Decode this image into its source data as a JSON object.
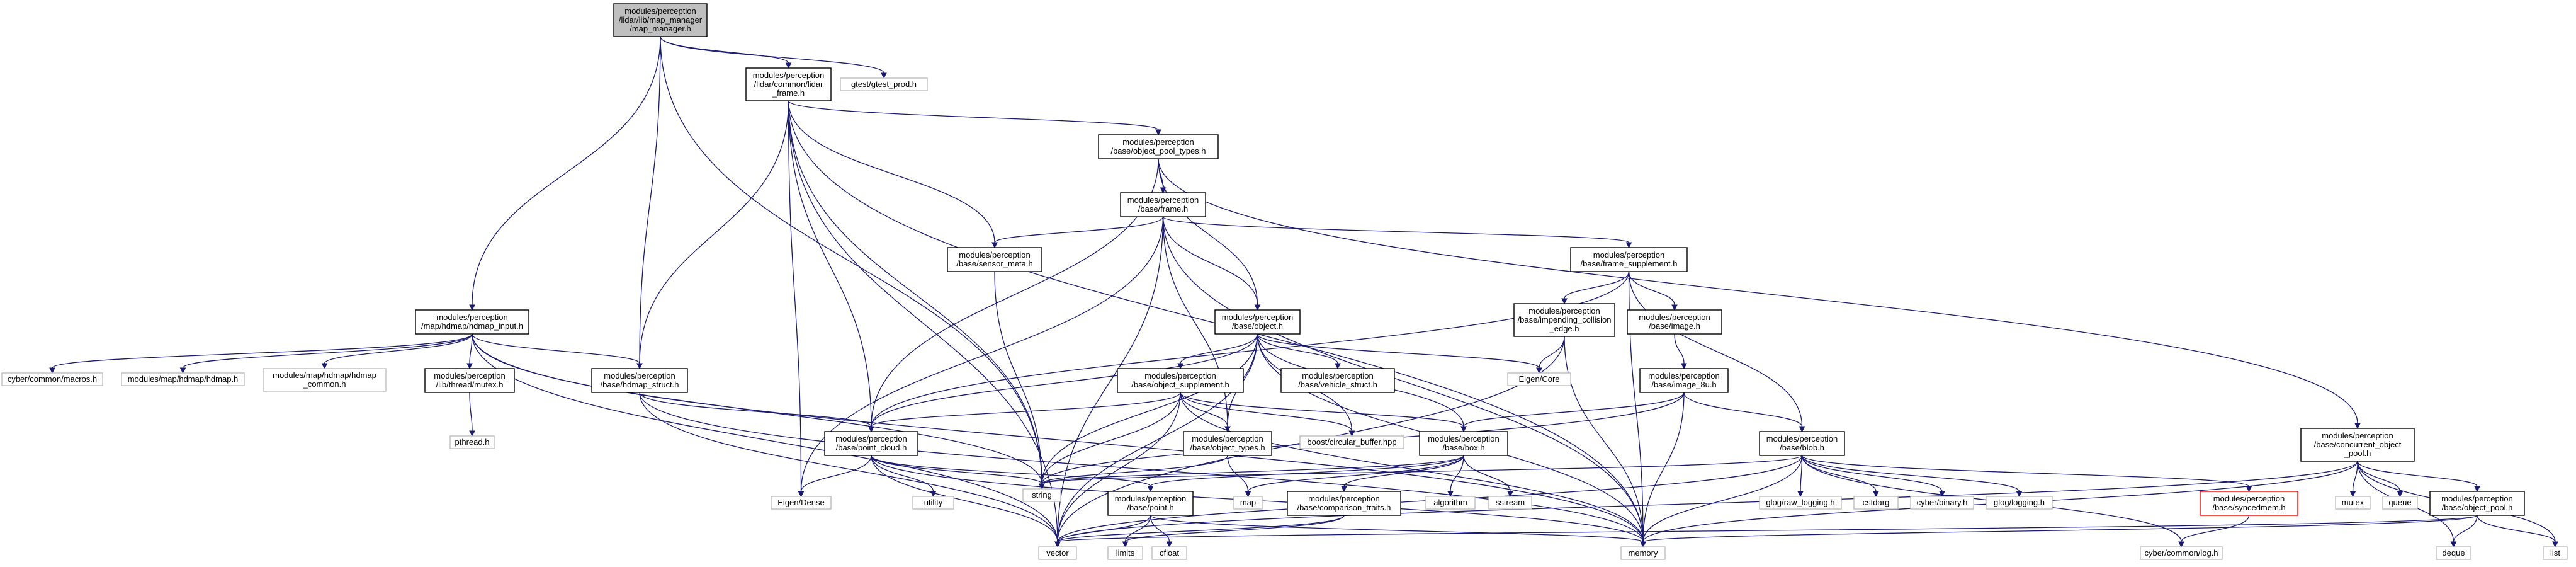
{
  "diagram": {
    "nodes": [
      {
        "id": "map_manager",
        "lines": [
          "modules/perception",
          "/lidar/lib/map_manager",
          "/map_manager.h"
        ],
        "style": "root"
      },
      {
        "id": "lidar_frame",
        "lines": [
          "modules/perception",
          "/lidar/common/lidar",
          "_frame.h"
        ],
        "style": "normal"
      },
      {
        "id": "gtest_prod",
        "lines": [
          "gtest/gtest_prod.h"
        ],
        "style": "ghost"
      },
      {
        "id": "object_pool_types",
        "lines": [
          "modules/perception",
          "/base/object_pool_types.h"
        ],
        "style": "normal"
      },
      {
        "id": "frame",
        "lines": [
          "modules/perception",
          "/base/frame.h"
        ],
        "style": "normal"
      },
      {
        "id": "sensor_meta",
        "lines": [
          "modules/perception",
          "/base/sensor_meta.h"
        ],
        "style": "normal"
      },
      {
        "id": "frame_supplement",
        "lines": [
          "modules/perception",
          "/base/frame_supplement.h"
        ],
        "style": "normal"
      },
      {
        "id": "hdmap_input",
        "lines": [
          "modules/perception",
          "/map/hdmap/hdmap_input.h"
        ],
        "style": "normal"
      },
      {
        "id": "object",
        "lines": [
          "modules/perception",
          "/base/object.h"
        ],
        "style": "normal"
      },
      {
        "id": "impending_collision",
        "lines": [
          "modules/perception",
          "/base/impending_collision",
          "_edge.h"
        ],
        "style": "normal"
      },
      {
        "id": "image",
        "lines": [
          "modules/perception",
          "/base/image.h"
        ],
        "style": "normal"
      },
      {
        "id": "cyber_macros",
        "lines": [
          "cyber/common/macros.h"
        ],
        "style": "ghost"
      },
      {
        "id": "hdmap_h",
        "lines": [
          "modules/map/hdmap/hdmap.h"
        ],
        "style": "ghost"
      },
      {
        "id": "hdmap_common",
        "lines": [
          "modules/map/hdmap/hdmap",
          "_common.h"
        ],
        "style": "ghost"
      },
      {
        "id": "thread_mutex",
        "lines": [
          "modules/perception",
          "/lib/thread/mutex.h"
        ],
        "style": "normal"
      },
      {
        "id": "hdmap_struct",
        "lines": [
          "modules/perception",
          "/base/hdmap_struct.h"
        ],
        "style": "normal"
      },
      {
        "id": "object_supplement",
        "lines": [
          "modules/perception",
          "/base/object_supplement.h"
        ],
        "style": "normal"
      },
      {
        "id": "vehicle_struct",
        "lines": [
          "modules/perception",
          "/base/vehicle_struct.h"
        ],
        "style": "normal"
      },
      {
        "id": "eigen_core",
        "lines": [
          "Eigen/Core"
        ],
        "style": "ghost"
      },
      {
        "id": "image_8u",
        "lines": [
          "modules/perception",
          "/base/image_8u.h"
        ],
        "style": "normal"
      },
      {
        "id": "concurrent_pool",
        "lines": [
          "modules/perception",
          "/base/concurrent_object",
          "_pool.h"
        ],
        "style": "normal"
      },
      {
        "id": "pthread",
        "lines": [
          "pthread.h"
        ],
        "style": "ghost"
      },
      {
        "id": "point_cloud",
        "lines": [
          "modules/perception",
          "/base/point_cloud.h"
        ],
        "style": "normal"
      },
      {
        "id": "object_types",
        "lines": [
          "modules/perception",
          "/base/object_types.h"
        ],
        "style": "normal"
      },
      {
        "id": "circular_buffer",
        "lines": [
          "boost/circular_buffer.hpp"
        ],
        "style": "ghost"
      },
      {
        "id": "box",
        "lines": [
          "modules/perception",
          "/base/box.h"
        ],
        "style": "normal"
      },
      {
        "id": "blob",
        "lines": [
          "modules/perception",
          "/base/blob.h"
        ],
        "style": "normal"
      },
      {
        "id": "eigen_dense",
        "lines": [
          "Eigen/Dense"
        ],
        "style": "ghost"
      },
      {
        "id": "utility",
        "lines": [
          "utility"
        ],
        "style": "ghost"
      },
      {
        "id": "string",
        "lines": [
          "string"
        ],
        "style": "ghost"
      },
      {
        "id": "point",
        "lines": [
          "modules/perception",
          "/base/point.h"
        ],
        "style": "normal"
      },
      {
        "id": "map",
        "lines": [
          "map"
        ],
        "style": "ghost"
      },
      {
        "id": "comparison_traits",
        "lines": [
          "modules/perception",
          "/base/comparison_traits.h"
        ],
        "style": "normal"
      },
      {
        "id": "algorithm",
        "lines": [
          "algorithm"
        ],
        "style": "ghost"
      },
      {
        "id": "sstream",
        "lines": [
          "sstream"
        ],
        "style": "ghost"
      },
      {
        "id": "glog_raw",
        "lines": [
          "glog/raw_logging.h"
        ],
        "style": "ghost"
      },
      {
        "id": "cstdarg",
        "lines": [
          "cstdarg"
        ],
        "style": "ghost"
      },
      {
        "id": "cyber_binary",
        "lines": [
          "cyber/binary.h"
        ],
        "style": "ghost"
      },
      {
        "id": "glog_logging",
        "lines": [
          "glog/logging.h"
        ],
        "style": "ghost"
      },
      {
        "id": "syncedmem",
        "lines": [
          "modules/perception",
          "/base/syncedmem.h"
        ],
        "style": "red"
      },
      {
        "id": "mutex",
        "lines": [
          "mutex"
        ],
        "style": "ghost"
      },
      {
        "id": "queue",
        "lines": [
          "queue"
        ],
        "style": "ghost"
      },
      {
        "id": "object_pool",
        "lines": [
          "modules/perception",
          "/base/object_pool.h"
        ],
        "style": "normal"
      },
      {
        "id": "list",
        "lines": [
          "list"
        ],
        "style": "ghost"
      },
      {
        "id": "deque",
        "lines": [
          "deque"
        ],
        "style": "ghost"
      },
      {
        "id": "vector",
        "lines": [
          "vector"
        ],
        "style": "ghost"
      },
      {
        "id": "limits",
        "lines": [
          "limits"
        ],
        "style": "ghost"
      },
      {
        "id": "cfloat",
        "lines": [
          "cfloat"
        ],
        "style": "ghost"
      },
      {
        "id": "memory",
        "lines": [
          "memory"
        ],
        "style": "ghost"
      },
      {
        "id": "cyber_log",
        "lines": [
          "cyber/common/log.h"
        ],
        "style": "ghost"
      }
    ],
    "edges": [
      [
        "map_manager",
        "lidar_frame"
      ],
      [
        "map_manager",
        "gtest_prod"
      ],
      [
        "map_manager",
        "hdmap_input"
      ],
      [
        "map_manager",
        "hdmap_struct"
      ],
      [
        "map_manager",
        "string"
      ],
      [
        "lidar_frame",
        "object_pool_types"
      ],
      [
        "lidar_frame",
        "sensor_meta"
      ],
      [
        "lidar_frame",
        "hdmap_struct"
      ],
      [
        "lidar_frame",
        "point_cloud"
      ],
      [
        "lidar_frame",
        "string"
      ],
      [
        "lidar_frame",
        "vector"
      ],
      [
        "lidar_frame",
        "eigen_dense"
      ],
      [
        "lidar_frame",
        "memory"
      ],
      [
        "object_pool_types",
        "frame"
      ],
      [
        "object_pool_types",
        "object"
      ],
      [
        "object_pool_types",
        "point_cloud"
      ],
      [
        "object_pool_types",
        "concurrent_pool"
      ],
      [
        "frame",
        "sensor_meta"
      ],
      [
        "frame",
        "frame_supplement"
      ],
      [
        "frame",
        "object"
      ],
      [
        "frame",
        "object_types"
      ],
      [
        "frame",
        "eigen_dense"
      ],
      [
        "frame",
        "vector"
      ],
      [
        "frame",
        "memory"
      ],
      [
        "sensor_meta",
        "string"
      ],
      [
        "frame_supplement",
        "impending_collision"
      ],
      [
        "frame_supplement",
        "image"
      ],
      [
        "frame_supplement",
        "blob"
      ],
      [
        "frame_supplement",
        "point_cloud"
      ],
      [
        "frame_supplement",
        "memory"
      ],
      [
        "hdmap_input",
        "cyber_macros"
      ],
      [
        "hdmap_input",
        "hdmap_h"
      ],
      [
        "hdmap_input",
        "hdmap_common"
      ],
      [
        "hdmap_input",
        "thread_mutex"
      ],
      [
        "hdmap_input",
        "hdmap_struct"
      ],
      [
        "hdmap_input",
        "string"
      ],
      [
        "hdmap_input",
        "vector"
      ],
      [
        "hdmap_input",
        "memory"
      ],
      [
        "object",
        "object_supplement"
      ],
      [
        "object",
        "vehicle_struct"
      ],
      [
        "object",
        "eigen_core"
      ],
      [
        "object",
        "object_types"
      ],
      [
        "object",
        "point_cloud"
      ],
      [
        "object",
        "circular_buffer"
      ],
      [
        "object",
        "box"
      ],
      [
        "object",
        "string"
      ],
      [
        "object",
        "vector"
      ],
      [
        "object",
        "memory"
      ],
      [
        "impending_collision",
        "eigen_core"
      ],
      [
        "impending_collision",
        "vector"
      ],
      [
        "impending_collision",
        "memory"
      ],
      [
        "image",
        "image_8u"
      ],
      [
        "thread_mutex",
        "pthread"
      ],
      [
        "hdmap_struct",
        "point_cloud"
      ],
      [
        "hdmap_struct",
        "vector"
      ],
      [
        "hdmap_struct",
        "memory"
      ],
      [
        "object_supplement",
        "object_types"
      ],
      [
        "object_supplement",
        "point_cloud"
      ],
      [
        "object_supplement",
        "circular_buffer"
      ],
      [
        "object_supplement",
        "box"
      ],
      [
        "object_supplement",
        "string"
      ],
      [
        "object_supplement",
        "vector"
      ],
      [
        "object_supplement",
        "memory"
      ],
      [
        "image_8u",
        "box"
      ],
      [
        "image_8u",
        "blob"
      ],
      [
        "image_8u",
        "memory"
      ],
      [
        "image_8u",
        "string"
      ],
      [
        "concurrent_pool",
        "mutex"
      ],
      [
        "concurrent_pool",
        "queue"
      ],
      [
        "concurrent_pool",
        "object_pool"
      ],
      [
        "concurrent_pool",
        "list"
      ],
      [
        "concurrent_pool",
        "vector"
      ],
      [
        "concurrent_pool",
        "memory"
      ],
      [
        "concurrent_pool",
        "deque"
      ],
      [
        "point_cloud",
        "eigen_dense"
      ],
      [
        "point_cloud",
        "utility"
      ],
      [
        "point_cloud",
        "string"
      ],
      [
        "point_cloud",
        "point"
      ],
      [
        "point_cloud",
        "vector"
      ],
      [
        "point_cloud",
        "memory"
      ],
      [
        "object_types",
        "map"
      ],
      [
        "object_types",
        "string"
      ],
      [
        "box",
        "string"
      ],
      [
        "box",
        "map"
      ],
      [
        "box",
        "comparison_traits"
      ],
      [
        "box",
        "algorithm"
      ],
      [
        "box",
        "sstream"
      ],
      [
        "box",
        "point"
      ],
      [
        "blob",
        "glog_raw"
      ],
      [
        "blob",
        "cstdarg"
      ],
      [
        "blob",
        "cyber_binary"
      ],
      [
        "blob",
        "glog_logging"
      ],
      [
        "blob",
        "syncedmem"
      ],
      [
        "blob",
        "memory"
      ],
      [
        "blob",
        "vector"
      ],
      [
        "blob",
        "string"
      ],
      [
        "blob",
        "cyber_log"
      ],
      [
        "point",
        "limits"
      ],
      [
        "point",
        "cfloat"
      ],
      [
        "point",
        "vector"
      ],
      [
        "point",
        "memory"
      ],
      [
        "comparison_traits",
        "limits"
      ],
      [
        "comparison_traits",
        "vector"
      ],
      [
        "syncedmem",
        "cyber_log"
      ],
      [
        "object_pool",
        "deque"
      ],
      [
        "object_pool",
        "list"
      ],
      [
        "object_pool",
        "memory"
      ],
      [
        "object_pool",
        "vector"
      ]
    ]
  }
}
